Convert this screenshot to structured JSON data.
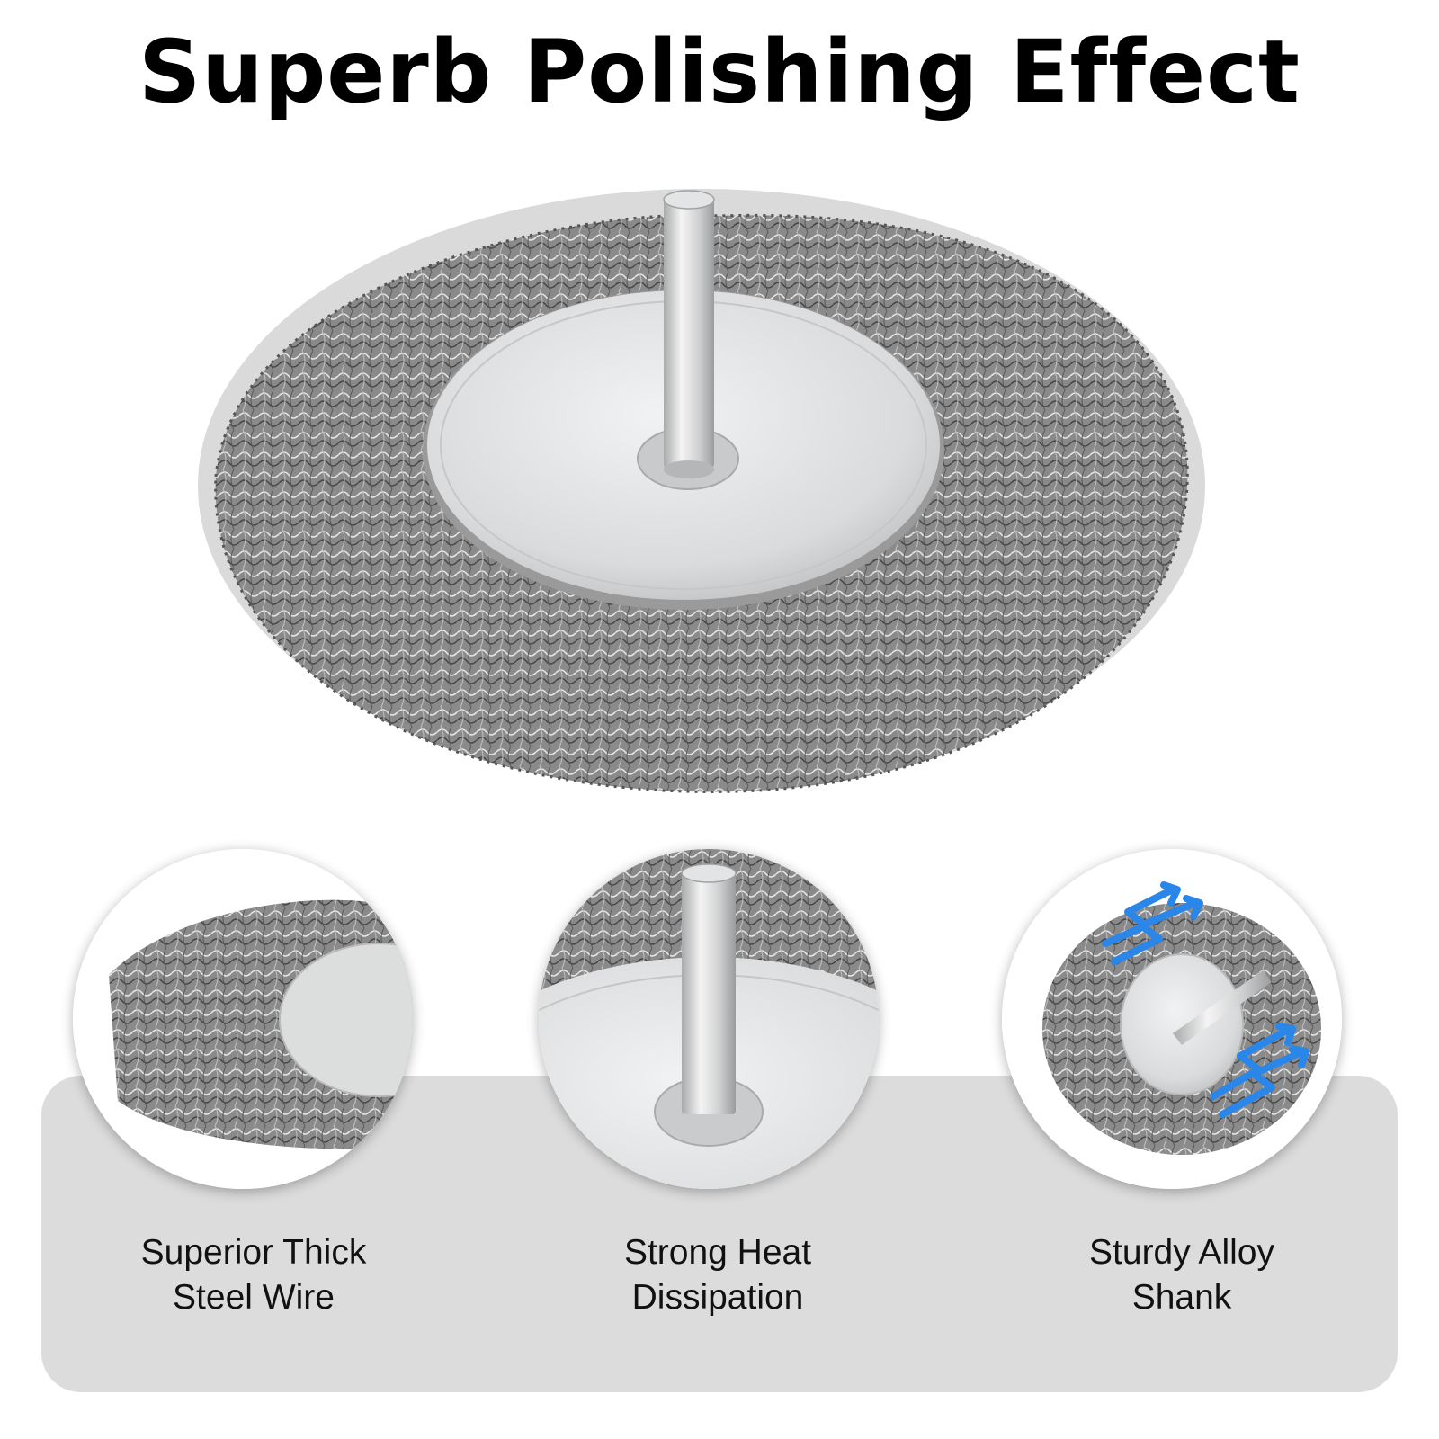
{
  "headline": "Superb Polishing Effect",
  "features": [
    {
      "line1": "Superior Thick",
      "line2": "Steel Wire"
    },
    {
      "line1": "Strong Heat",
      "line2": "Dissipation"
    },
    {
      "line1": "Sturdy Alloy",
      "line2": "Shank"
    }
  ],
  "colors": {
    "text": "#000000",
    "panel": "#dcdcdc",
    "wire": "#7c7c7c",
    "disc": "#d9dadb",
    "heat_arrow": "#2a86e8"
  },
  "icons": [
    "wire-wheel-brush-image",
    "wire-closeup-image",
    "shank-closeup-image",
    "heat-arrow-icon"
  ]
}
